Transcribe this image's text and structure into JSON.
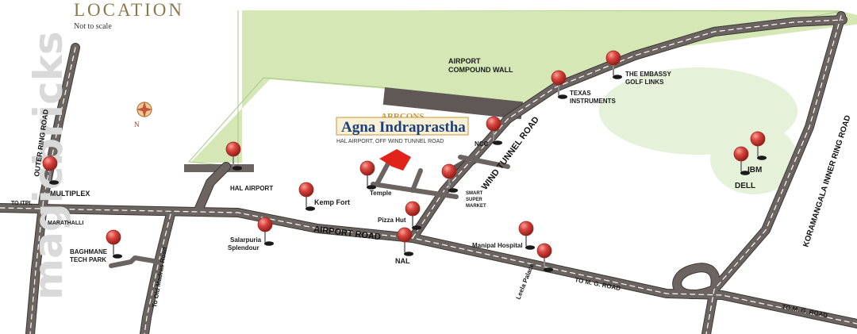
{
  "header": {
    "title": "LOCATION",
    "subtitle": "Not to scale"
  },
  "watermark": "magicbricks",
  "project": {
    "developer": "ARRCONS",
    "name": "Agna Indraprastha",
    "tagline": "HAL AIRPORT, OFF WIND TUNNEL ROAD"
  },
  "compass": {
    "north": "N"
  },
  "areas": {
    "airport_wall": "AIRPORT\nCOMPOUND WALL"
  },
  "roads": {
    "airport_road": "AIRPORT ROAD",
    "wind_tunnel_road": "WIND TUNNEL ROAD",
    "koramangala_ring": "KORAMANGALA INNER RING ROAD",
    "outer_ring": "OUTER RING ROAD",
    "to_itpl": "TO ITPL",
    "marathalli": "MARATHALLI",
    "old_madras": "To Old Madras Road",
    "mg_road_1": "TO M. G. ROAD",
    "mg_road_2": "TO M. G. ROAD"
  },
  "landmarks": {
    "multiplex": "MULTIPLEX",
    "hal_airport": "HAL AIRPORT",
    "kemp_fort": "Kemp Fort",
    "temple": "Temple",
    "smart_super_market": "SMART\nSUPER\nMARKET",
    "ncc": "NCC",
    "texas": "TEXAS\nINSTRUMENTS",
    "embassy": "THE EMBASSY\nGOLF LINKS",
    "ibm": "IBM",
    "dell": "DELL",
    "pizza_hut": "Pizza Hut",
    "nal": "NAL",
    "manipal": "Manipal Hospital",
    "leela": "Leela Palace",
    "salarpuria": "Salarpuria\nSplendour",
    "baghmane": "BAGHMANE\nTECH PARK"
  },
  "colors": {
    "road": "#6b6460",
    "road_line": "#ffffff",
    "road_edge": "#3e3936",
    "area_green": "#d4e7b4",
    "golf_green": "#e6f1da",
    "pin": "#d9443d",
    "building": "#5f5855",
    "project_marker": "#e0231b"
  }
}
